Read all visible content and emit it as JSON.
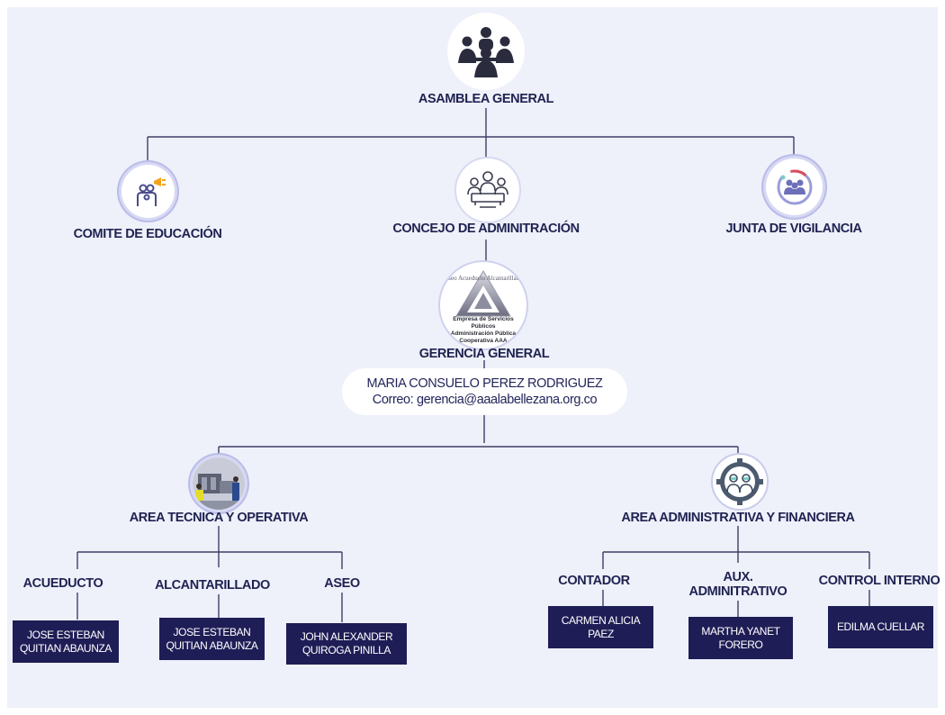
{
  "nodes": {
    "asamblea": "ASAMBLEA GENERAL",
    "comite": "COMITE DE EDUCACIÓN",
    "concejo": "CONCEJO DE ADMINITRACIÓN",
    "junta": "JUNTA DE VIGILANCIA",
    "gerencia": "GERENCIA GENERAL",
    "area_tecnica": "AREA TECNICA Y OPERATIVA",
    "area_admin": "AREA ADMINISTRATIVA Y FINANCIERA",
    "acueducto": "ACUEDUCTO",
    "alcantarillado": "ALCANTARILLADO",
    "aseo": "ASEO",
    "contador": "CONTADOR",
    "aux": "AUX. ADMINITRATIVO",
    "control": "CONTROL INTERNO"
  },
  "gerente": {
    "name": "MARIA CONSUELO PEREZ RODRIGUEZ",
    "email": "Correo: gerencia@aaalabellezana.org.co"
  },
  "people": {
    "acueducto": "JOSE ESTEBAN QUITIAN ABAUNZA",
    "alcantarillado": "JOSE ESTEBAN QUITIAN ABAUNZA",
    "aseo": "JOHN ALEXANDER QUIROGA PINILLA",
    "contador": "CARMEN ALICIA PAEZ",
    "aux": "MARTHA YANET FORERO",
    "control": "EDILMA CUELLAR"
  },
  "logo": {
    "arc_text": "Aseo Acueducto Alcantarillado",
    "line1": "Empresa de Servicios Públicos",
    "line2": "Administración Pública",
    "line3": "Cooperativa AAA"
  },
  "colors": {
    "navy": "#1f1d56",
    "line": "#3d3f66",
    "background": "#eef0fa"
  },
  "icons": {
    "asamblea": "meeting-group-icon",
    "comite": "education-megaphone-icon",
    "concejo": "board-meeting-icon",
    "junta": "oversight-people-cycle-icon",
    "area_tecnica": "operations-photo-icon",
    "area_admin": "administration-gear-people-icon"
  }
}
